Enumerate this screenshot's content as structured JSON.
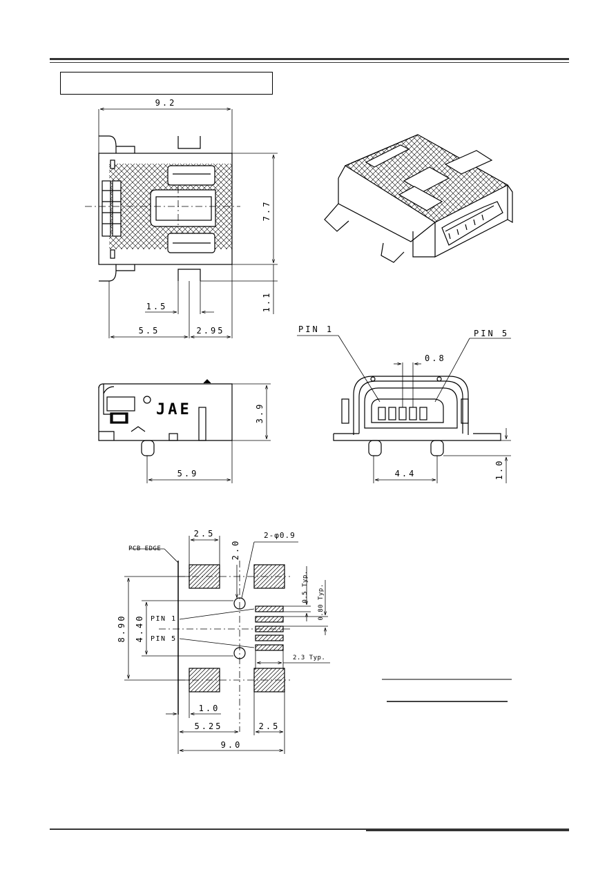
{
  "top_view": {
    "width": "9.2",
    "height": "7.7",
    "peg_offset": "1.1",
    "pitch_a": "1.5",
    "from_edge": "5.5",
    "to_peg": "2.95"
  },
  "side_view": {
    "brand": "JAE",
    "height": "3.9",
    "length": "5.9"
  },
  "front_view": {
    "pin1": "PIN 1",
    "pin5": "PIN 5",
    "pitch": "0.8",
    "peg_span": "4.4",
    "peg_height": "1.0"
  },
  "footprint": {
    "pcb_edge": "PCB EDGE",
    "pad_w": "2.5",
    "pad_h": "2.0",
    "holes": "2-φ0.9",
    "pin_pad_h": "0.5 Typ.",
    "pin_pitch": "0.80 Typ.",
    "pin_len": "2.3 Typ.",
    "total_h": "8.90",
    "pin_span": "4.40",
    "pin1": "PIN 1",
    "pin5": "PIN 5",
    "edge_off": "1.0",
    "hole_x": "5.25",
    "pad_w2": "2.5",
    "total_w": "9.0"
  }
}
